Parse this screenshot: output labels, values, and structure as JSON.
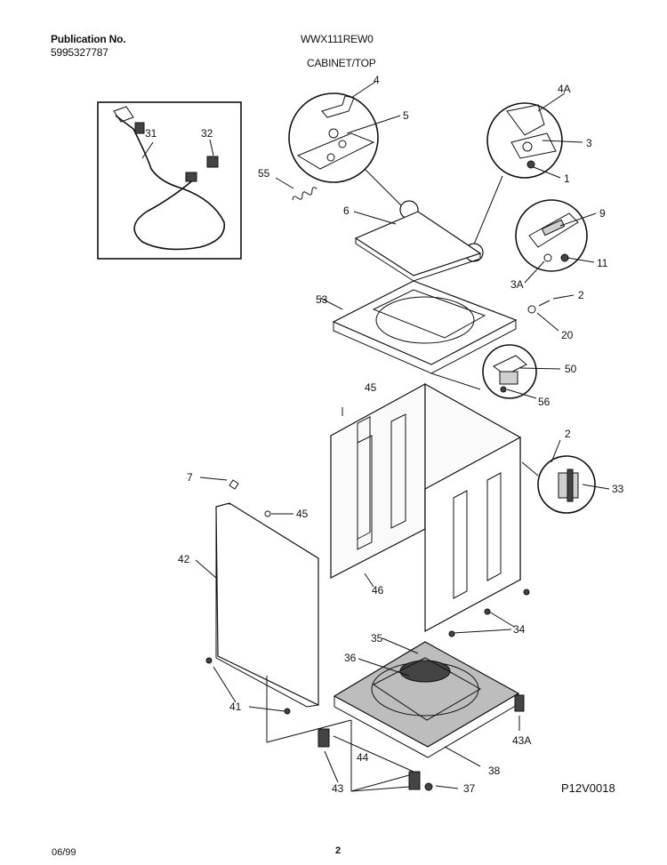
{
  "header": {
    "publication_label": "Publication No.",
    "publication_number": "5995327787",
    "model": "WWX111REW0",
    "section": "CABINET/TOP"
  },
  "footer": {
    "date": "06/99",
    "page": "2"
  },
  "diagram_code": "P12V0018",
  "callouts": {
    "c4": "4",
    "c5": "5",
    "c4A": "4A",
    "c3": "3",
    "c1": "1",
    "c31": "31",
    "c32": "32",
    "c55": "55",
    "c6": "6",
    "c9": "9",
    "c11": "11",
    "c3A": "3A",
    "c53": "53",
    "c2a": "2",
    "c20": "20",
    "c50": "50",
    "c56": "56",
    "c45a": "45",
    "c2b": "2",
    "c33": "33",
    "c7": "7",
    "c45b": "45",
    "c42": "42",
    "c46": "46",
    "c34": "34",
    "c35": "35",
    "c36": "36",
    "c41": "41",
    "c43A": "43A",
    "c44": "44",
    "c38": "38",
    "c43": "43",
    "c37": "37"
  }
}
